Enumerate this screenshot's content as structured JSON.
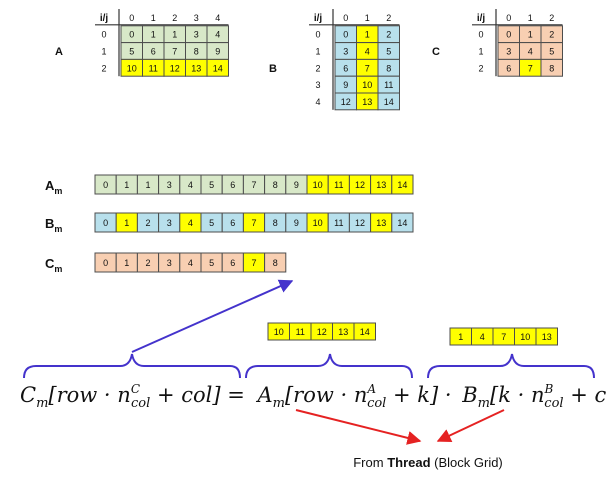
{
  "colors": {
    "green": "#d8e8c8",
    "blue": "#b8e0ec",
    "orange": "#f8cfb2",
    "yellow": "#ffff00",
    "border": "#4d4d4d",
    "header_bg": "#f2f2f2",
    "brace": "#4433cc",
    "arrow": "#e52222"
  },
  "matrices": [
    {
      "label": "A",
      "corner": "i/j",
      "col_headers": [
        "0",
        "1",
        "2",
        "3",
        "4"
      ],
      "row_headers": [
        "0",
        "1",
        "2"
      ],
      "cells": [
        [
          "0",
          "1",
          "1",
          "3",
          "4"
        ],
        [
          "5",
          "6",
          "7",
          "8",
          "9"
        ],
        [
          "10",
          "11",
          "12",
          "13",
          "14"
        ]
      ],
      "color": "green",
      "highlight": [
        [
          2,
          0
        ],
        [
          2,
          1
        ],
        [
          2,
          2
        ],
        [
          2,
          3
        ],
        [
          2,
          4
        ]
      ]
    },
    {
      "label": "B",
      "corner": "i/j",
      "col_headers": [
        "0",
        "1",
        "2"
      ],
      "row_headers": [
        "0",
        "1",
        "2",
        "3",
        "4"
      ],
      "cells": [
        [
          "0",
          "1",
          "2"
        ],
        [
          "3",
          "4",
          "5"
        ],
        [
          "6",
          "7",
          "8"
        ],
        [
          "9",
          "10",
          "11"
        ],
        [
          "12",
          "13",
          "14"
        ]
      ],
      "color": "blue",
      "highlight": [
        [
          0,
          1
        ],
        [
          1,
          1
        ],
        [
          2,
          1
        ],
        [
          3,
          1
        ],
        [
          4,
          1
        ]
      ]
    },
    {
      "label": "C",
      "corner": "i/j",
      "col_headers": [
        "0",
        "1",
        "2"
      ],
      "row_headers": [
        "0",
        "1",
        "2"
      ],
      "cells": [
        [
          "0",
          "1",
          "2"
        ],
        [
          "3",
          "4",
          "5"
        ],
        [
          "6",
          "7",
          "8"
        ]
      ],
      "color": "orange",
      "highlight": [
        [
          2,
          1
        ]
      ]
    }
  ],
  "flat_arrays": [
    {
      "label": "A",
      "sub": "m",
      "cells": [
        "0",
        "1",
        "1",
        "3",
        "4",
        "5",
        "6",
        "7",
        "8",
        "9",
        "10",
        "11",
        "12",
        "13",
        "14"
      ],
      "color": "green",
      "highlight": [
        10,
        11,
        12,
        13,
        14
      ]
    },
    {
      "label": "B",
      "sub": "m",
      "cells": [
        "0",
        "1",
        "2",
        "3",
        "4",
        "5",
        "6",
        "7",
        "8",
        "9",
        "10",
        "11",
        "12",
        "13",
        "14"
      ],
      "color": "blue",
      "highlight": [
        1,
        4,
        7,
        10,
        13
      ]
    },
    {
      "label": "C",
      "sub": "m",
      "cells": [
        "0",
        "1",
        "2",
        "3",
        "4",
        "5",
        "6",
        "7",
        "8"
      ],
      "color": "orange",
      "highlight": [
        7
      ]
    }
  ],
  "callouts": [
    {
      "cells": [
        "10",
        "11",
        "12",
        "13",
        "14"
      ]
    },
    {
      "cells": [
        "1",
        "4",
        "7",
        "10",
        "13"
      ]
    }
  ],
  "formula": {
    "lhs": [
      "C",
      "m",
      "[row · n",
      "C",
      "col",
      " + col] ="
    ],
    "term_a": [
      "A",
      "m",
      "[row · n",
      "A",
      "col",
      " + k] ·"
    ],
    "term_b": [
      "B",
      "m",
      "[k · n",
      "B",
      "col",
      " + col]"
    ]
  },
  "footer": {
    "prefix": "From ",
    "bold": "Thread",
    "suffix": " (Block Grid)"
  }
}
